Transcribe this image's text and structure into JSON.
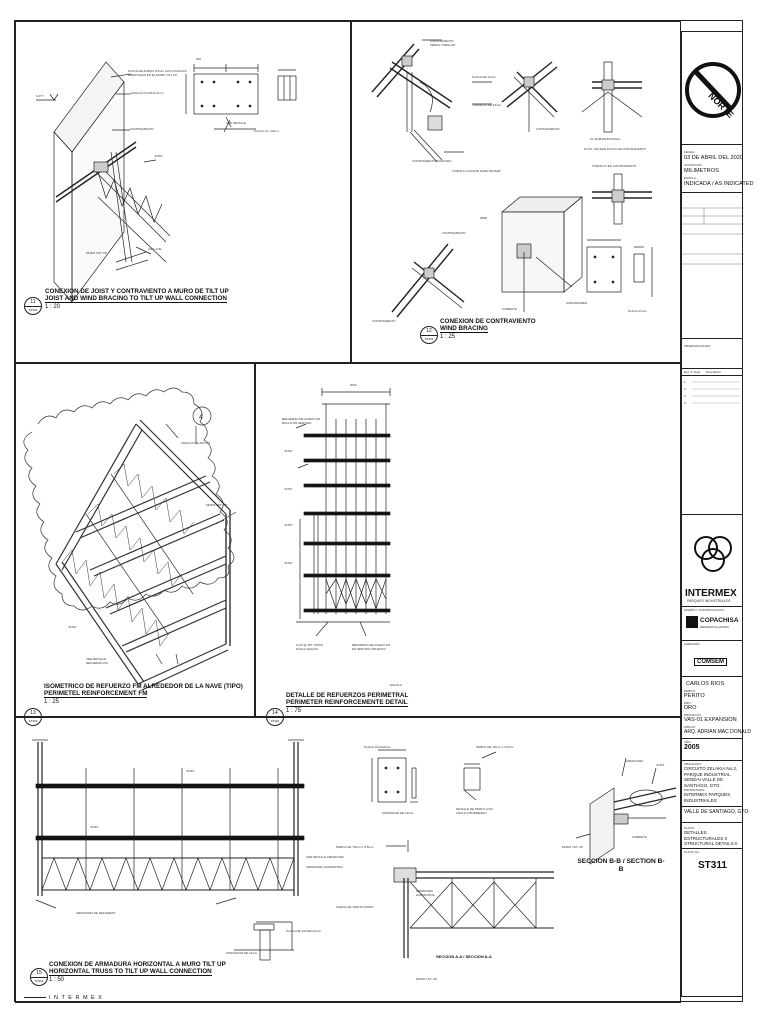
{
  "details": {
    "d11": {
      "num": "11",
      "sheet": "ST301",
      "title_es": "CONEXION DE JOIST Y CONTRAVIENTO A MURO DE TILT UP",
      "title_en": "JOIST AND WIND BRACING TO TILT UP WALL CONNECTION",
      "scale": "1 : 20"
    },
    "d12": {
      "num": "12",
      "sheet": "ST301",
      "title_es": "CONEXION DE CONTRAVIENTO",
      "title_en": "WIND BRACING",
      "scale": "1 : 25"
    },
    "d13": {
      "num": "13",
      "sheet": "ST301",
      "title_es": "ISOMETRICO DE REFUERZO FM ALREDEDOR DE LA NAVE (TIPO)",
      "title_en": "PERIMETEL REINFORCEMENT FM",
      "scale": "1 : 25"
    },
    "d14": {
      "num": "14",
      "sheet": "ST301",
      "title_es": "DETALLE DE REFUERZOS PERIMETRAL",
      "title_en": "PERIMETER REINFORCEMENTE DETAIL",
      "scale": "1 : 75"
    },
    "d15": {
      "num": "15",
      "sheet": "ST301",
      "title_es": "CONEXION DE ARMADURA HORIZONTAL A MURO TILT UP",
      "title_en": "HORIZONTAL TRUSS TO TILT UP WALL CONNECTION",
      "scale": "1 : 50"
    }
  },
  "sections": {
    "bb": "SECCION B-B / SECTION B-B",
    "aa": "SECCION A-A / SECCION A-A"
  },
  "grid_bubble": "4",
  "footer": {
    "brand": "I N T E R M E X"
  },
  "titleblock": {
    "north": "NORTE",
    "fecha_label": "FECHA:",
    "fecha": "03 DE ABRIL DEL 2020",
    "acot_label": "ACOTACION:",
    "acot": "MILIMETROS",
    "escala_label": "ESCALA:",
    "escala": "INDICADA / AS INDICATED",
    "obs_label": "OBSERVACIONES:",
    "rev_cols": [
      "Rev. #",
      "Date",
      "Description"
    ],
    "revisions": [
      "1",
      "2",
      "3",
      "4"
    ],
    "brand_main": "INTERMEX",
    "brand_sub": "PARQUES INDUSTRIALES",
    "diseno_label": "DISEÑO Y CONSTRUCCION:",
    "copachisa": "COPACHISA",
    "copachisa_sub": "DESARROLLADORA",
    "asesor_label": "ASESORIA:",
    "comsa": "COMSEM",
    "name": "CARLOS RIOS",
    "perito_label": "PERITO:",
    "perito": "PERITO",
    "dro_label": "DRO:",
    "dro": "DRO",
    "proyecto_label": "PROYECTO:",
    "proyecto": "VAS-01 EXPANSION",
    "dibujo_label": "DIBUJO:",
    "dibujo": "ARQ. ADRIAN MAC DONALD",
    "year_label": "AÑO:",
    "year": "2005",
    "ubic_label": "UBICACION:",
    "ubic": "CIRCUITO ZELAKIA No.2, PARQUE INDUSTRIAL SENDAI VALLE DE SANTIAGO, GTO.",
    "prop_label": "PROPIETARIO:",
    "prop": "INTERMEX PARQUES INDUSTRIALES",
    "city": "VALLE DE SANTIAGO, GTO.",
    "plano_label": "PLANO:",
    "plano": "DETALLES ESTRUCTURALES II STRUCTURAL DETAILS II",
    "plano_no_label": "PLANO No:",
    "plano_no": "ST311"
  }
}
